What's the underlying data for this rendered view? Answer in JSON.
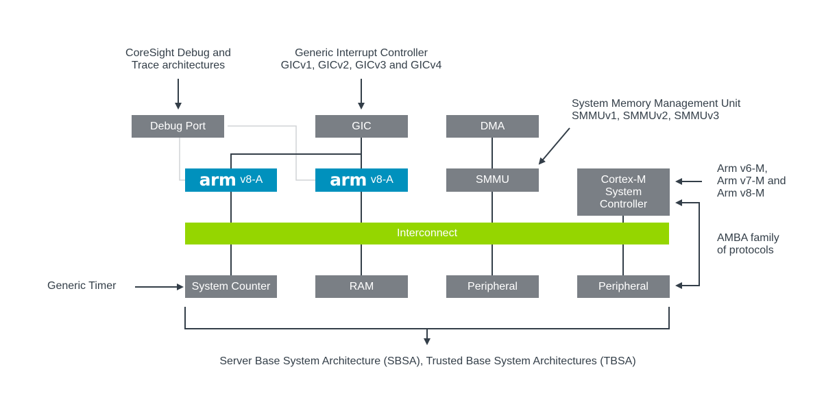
{
  "labels": {
    "coresight": "CoreSight Debug and\nTrace architectures",
    "gic_arch": "Generic Interrupt Controller\nGICv1, GICv2, GICv3 and GICv4",
    "smmu_arch": "System Memory Management Unit\nSMMUv1, SMMUv2, SMMUv3",
    "armv_m": "Arm v6-M,\nArm v7-M and\nArm v8-M",
    "amba": "AMBA family\nof protocols",
    "generic_timer": "Generic Timer",
    "footer": "Server Base System Architecture (SBSA), Trusted Base System Architectures (TBSA)"
  },
  "boxes": {
    "debug_port": "Debug Port",
    "gic": "GIC",
    "dma": "DMA",
    "arm_logo": "arm",
    "arm_version": "v8-A",
    "smmu": "SMMU",
    "cortex_m": "Cortex-M\nSystem\nController",
    "interconnect": "Interconnect",
    "system_counter": "System Counter",
    "ram": "RAM",
    "peripheral": "Peripheral"
  },
  "colors": {
    "box_gray": "#7a7f85",
    "arm_blue": "#0091bd",
    "interconnect_green": "#95d600",
    "line_dark": "#333e48",
    "line_light": "#d0d3d6"
  }
}
